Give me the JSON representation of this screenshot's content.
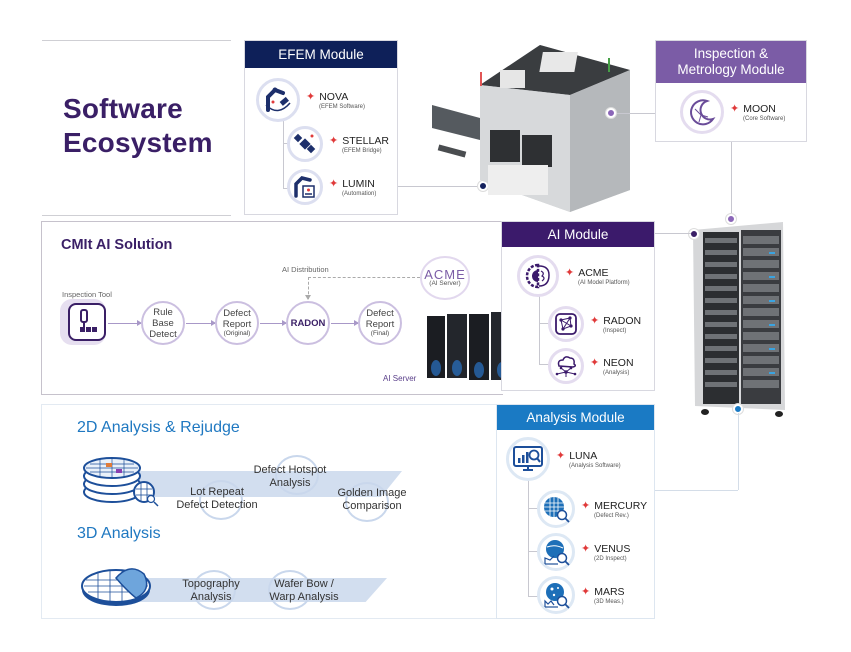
{
  "title": {
    "line1": "Software",
    "line2": "Ecosystem"
  },
  "efem_module": {
    "header": "EFEM Module",
    "header_color": "#0e2059",
    "items": [
      {
        "name": "NOVA",
        "sub": "(EFEM Software)",
        "icon": "robot-arm-icon"
      },
      {
        "name": "STELLAR",
        "sub": "(EFEM Bridge)",
        "icon": "satellite-icon"
      },
      {
        "name": "LUMIN",
        "sub": "(Automation)",
        "icon": "automation-robot-icon"
      }
    ]
  },
  "inspection_module": {
    "header_line1": "Inspection &",
    "header_line2": "Metrology Module",
    "header_color": "#7b5ca6",
    "items": [
      {
        "name": "MOON",
        "sub": "(Core Software)",
        "icon": "moon-icon"
      }
    ]
  },
  "ai_solution": {
    "title": "CMIt AI Solution",
    "inspection_tool_label": "Inspection Tool",
    "ai_distribution_label": "AI Distribution",
    "ai_server_label": "AI Server",
    "acme_logo": "ACME",
    "acme_sub": "(AI Server)",
    "flow": [
      {
        "line1": "Rule Base",
        "line2": "Detect",
        "small": ""
      },
      {
        "line1": "Defect",
        "line2": "Report",
        "small": "(Original)"
      },
      {
        "line1": "RADON",
        "line2": "",
        "small": ""
      },
      {
        "line1": "Defect",
        "line2": "Report",
        "small": "(Final)"
      }
    ]
  },
  "ai_module": {
    "header": "AI Module",
    "header_color": "#3b1a6b",
    "items": [
      {
        "name": "ACME",
        "sub": "(AI Model Platform)",
        "icon": "gear-brain-icon"
      },
      {
        "name": "RADON",
        "sub": "(Inspect)",
        "icon": "network-graph-icon"
      },
      {
        "name": "NEON",
        "sub": "(Analysis)",
        "icon": "cloud-network-icon"
      }
    ]
  },
  "analysis_section": {
    "title_2d": "2D Analysis & Rejudge",
    "title_3d": "3D Analysis",
    "items_2d": [
      {
        "line1": "Lot  Repeat",
        "line2": "Defect Detection"
      },
      {
        "line1": "Defect Hotspot",
        "line2": "Analysis"
      },
      {
        "line1": "Golden Image",
        "line2": "Comparison"
      }
    ],
    "items_3d": [
      {
        "line1": "Topography",
        "line2": "Analysis"
      },
      {
        "line1": "Wafer Bow /",
        "line2": "Warp Analysis"
      }
    ],
    "accent_color": "#1f78c1"
  },
  "analysis_module": {
    "header": "Analysis Module",
    "header_color": "#1a7ac4",
    "items": [
      {
        "name": "LUNA",
        "sub": "(Analysis Software)",
        "icon": "monitor-chart-icon"
      },
      {
        "name": "MERCURY",
        "sub": "(Defect Rev.)",
        "icon": "wafer-magnifier-icon"
      },
      {
        "name": "VENUS",
        "sub": "(2D Inspect)",
        "icon": "sphere-inspect-icon"
      },
      {
        "name": "MARS",
        "sub": "(3D Meas.)",
        "icon": "planet-measure-icon"
      }
    ]
  }
}
